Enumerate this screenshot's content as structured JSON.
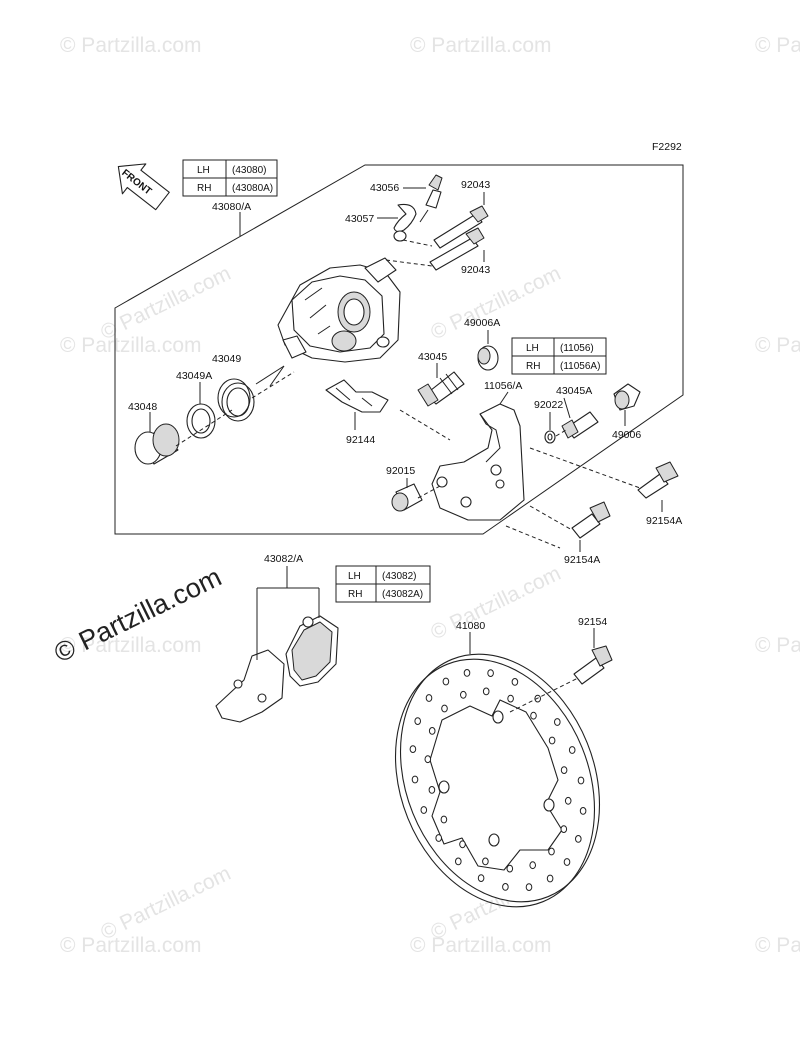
{
  "diagram_code": "F2292",
  "watermark": "© Partzilla.com",
  "front_arrow_label": "FRONT",
  "tables": [
    {
      "rows": [
        {
          "side": "LH",
          "part": "(43080)"
        },
        {
          "side": "RH",
          "part": "(43080A)"
        }
      ]
    },
    {
      "rows": [
        {
          "side": "LH",
          "part": "(11056)"
        },
        {
          "side": "RH",
          "part": "(11056A)"
        }
      ]
    },
    {
      "rows": [
        {
          "side": "LH",
          "part": "(43082)"
        },
        {
          "side": "RH",
          "part": "(43082A)"
        }
      ]
    }
  ],
  "callouts": {
    "caliper_assembly": "43080/A",
    "bleeder_valve": "43056",
    "bleeder_cap": "43057",
    "caliper_bolt_top": "92043",
    "caliper_bolt_bottom": "92043",
    "piston_seal": "43049",
    "dust_seal": "43049A",
    "piston": "43048",
    "pad_spring": "92144",
    "boot": "49006A",
    "pin": "43045",
    "bracket": "11056/A",
    "pin_a": "43045A",
    "washer": "92022",
    "boot_b": "49006",
    "bushing": "92015",
    "bolt_right": "92154A",
    "bolt_bottom": "92154A",
    "pads": "43082/A",
    "disc": "41080",
    "disc_bolt": "92154"
  }
}
